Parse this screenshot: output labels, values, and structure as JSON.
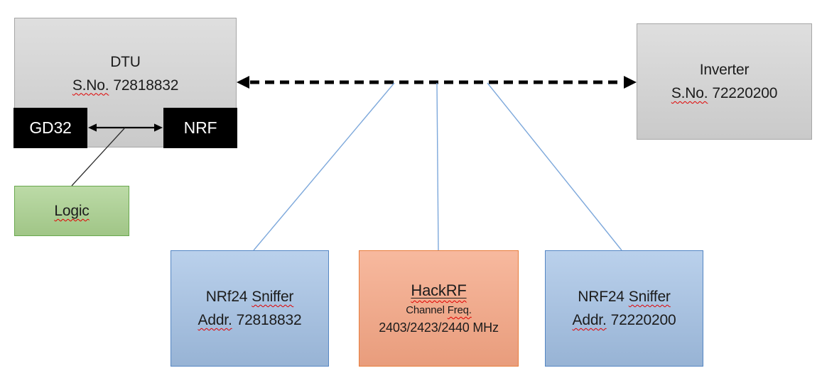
{
  "colors": {
    "canvas-bg": "#ffffff",
    "gray-fill": "#d2d2d2",
    "gray-border": "#a6a6a6",
    "black-fill": "#000000",
    "green-fill": "#a9d08e",
    "green-border": "#69a84e",
    "blue-fill": "#a3c1e5",
    "blue-border": "#5486c3",
    "orange-fill": "#f5a583",
    "orange-border": "#e87d3c",
    "connector-blue": "#7da8db",
    "arrow-black": "#000000",
    "text": "#1c1c1c",
    "squiggle-red": "#e00000"
  },
  "dtu": {
    "title": "DTU",
    "sno_label": "S.No.",
    "sno_value": "72818832",
    "gd32_label": "GD32",
    "nrf_label": "NRF"
  },
  "inverter": {
    "title": "Inverter",
    "sno_label": "S.No.",
    "sno_value": "72220200"
  },
  "logic": {
    "label": "Logic"
  },
  "sniffer_left": {
    "title_prefix": "NRf24",
    "title_word": "Sniffer",
    "addr_label": "Addr.",
    "addr_value": "72818832"
  },
  "hackrf": {
    "title": "HackRF",
    "channel_prefix": "Channel",
    "channel_word": "Freq.",
    "freq_line": "2403/2423/2440 MHz"
  },
  "sniffer_right": {
    "title_prefix": "NRF24",
    "title_word": "Sniffer",
    "addr_label": "Addr.",
    "addr_value": "72220200"
  }
}
